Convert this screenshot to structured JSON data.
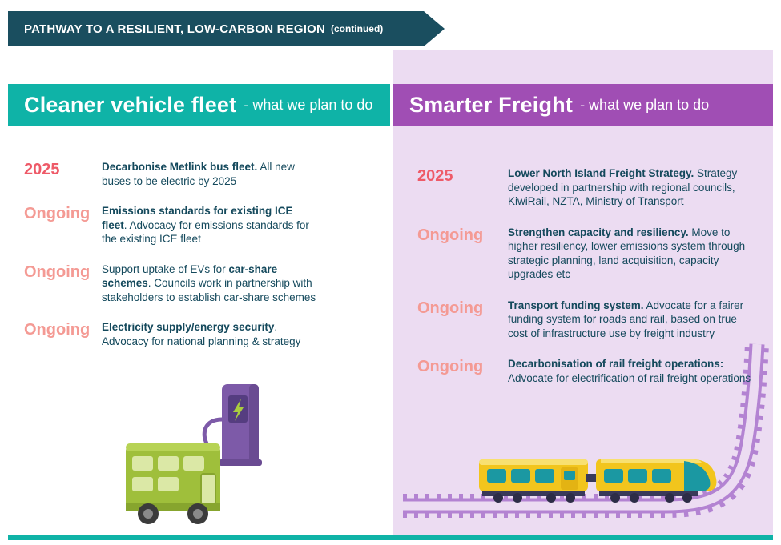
{
  "colors": {
    "banner_bg": "#1a4e5f",
    "teal_header": "#0fb3a7",
    "purple_header": "#a04eb4",
    "lavender_bg": "#ecdcf2",
    "year_label": "#ee5a68",
    "ongoing_label": "#f49a94",
    "body_text": "#14495c",
    "track_purple": "#b383d2",
    "bus_green": "#9fbf3b",
    "train_yellow": "#f2c51d"
  },
  "banner": {
    "title": "PATHWAY TO A RESILIENT, LOW-CARBON REGION",
    "continued": "(continued)"
  },
  "left_panel": {
    "title": "Cleaner vehicle fleet",
    "subtitle": "- what we plan to do",
    "items": [
      {
        "label": "2025",
        "pre": "",
        "bold": "Decarbonise Metlink bus fleet.",
        "rest": " All new buses to be electric by 2025"
      },
      {
        "label": "Ongoing",
        "pre": "",
        "bold": "Emissions standards for existing ICE fleet",
        "rest": ". Advocacy for emissions standards for the existing ICE fleet"
      },
      {
        "label": "Ongoing",
        "pre": "Support uptake of EVs for ",
        "bold": "car-share schemes",
        "rest": ". Councils work in partnership with stakeholders to establish car-share schemes"
      },
      {
        "label": "Ongoing",
        "pre": "",
        "bold": "Electricity supply/energy security",
        "rest": ". Advocacy for national planning & strategy"
      }
    ]
  },
  "right_panel": {
    "title": "Smarter Freight",
    "subtitle": "- what we plan to do",
    "items": [
      {
        "label": "2025",
        "pre": "",
        "bold": "Lower North Island Freight Strategy.",
        "rest": " Strategy developed in partnership with regional councils, KiwiRail, NZTA, Ministry of Transport"
      },
      {
        "label": "Ongoing",
        "pre": "",
        "bold": "Strengthen capacity and resiliency.",
        "rest": " Move to higher resiliency, lower emissions system through strategic planning, land acquisition, capacity upgrades etc"
      },
      {
        "label": "Ongoing",
        "pre": "",
        "bold": "Transport funding system.",
        "rest": " Advocate for a fairer funding system for roads and rail, based on true cost of infrastructure use by freight industry"
      },
      {
        "label": "Ongoing",
        "pre": "",
        "bold": "Decarbonisation of rail freight operations:",
        "rest": " Advocate for electrification of rail freight operations"
      }
    ]
  }
}
